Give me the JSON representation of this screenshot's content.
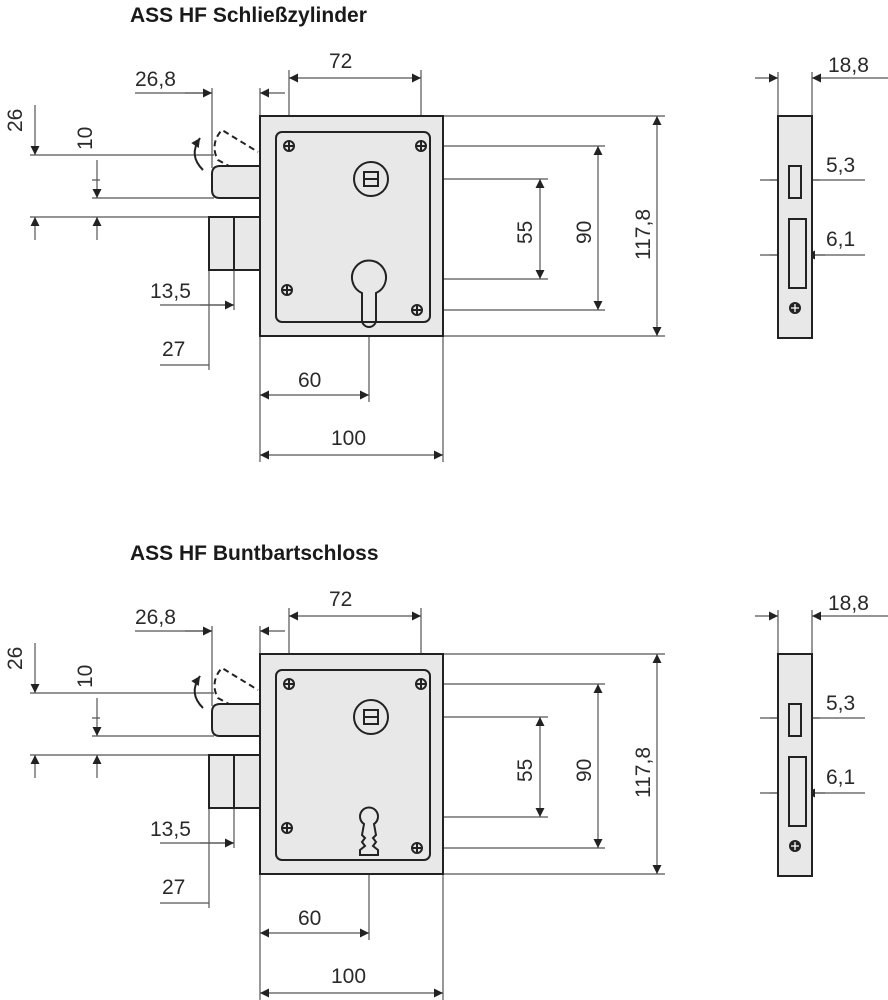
{
  "drawings": [
    {
      "title": "ASS HF Schließzylinder",
      "keyhole": "profile-cylinder",
      "dims": {
        "d72": "72",
        "d26_8": "26,8",
        "d26": "26",
        "d10": "10",
        "d13_5": "13,5",
        "d27": "27",
        "d60": "60",
        "d100": "100",
        "d55": "55",
        "d90": "90",
        "d117_8": "117,8",
        "d18_8": "18,8",
        "d5_3": "5,3",
        "d6_1": "6,1"
      }
    },
    {
      "title": "ASS HF Buntbartschloss",
      "keyhole": "bit-key",
      "dims": {
        "d72": "72",
        "d26_8": "26,8",
        "d26": "26",
        "d10": "10",
        "d13_5": "13,5",
        "d27": "27",
        "d60": "60",
        "d100": "100",
        "d55": "55",
        "d90": "90",
        "d117_8": "117,8",
        "d18_8": "18,8",
        "d5_3": "5,3",
        "d6_1": "6,1"
      }
    }
  ],
  "colors": {
    "body_fill": "#e8e8e8",
    "line": "#222222"
  }
}
